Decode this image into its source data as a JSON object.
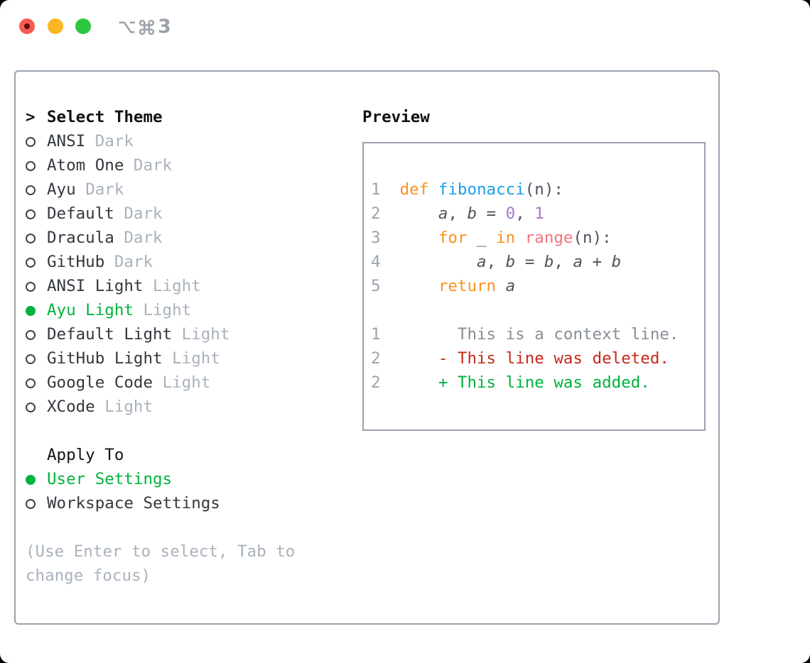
{
  "window": {
    "shortcut_symbols": "⌥⌘",
    "shortcut_key": "3",
    "buttons": [
      "close",
      "minimize",
      "zoom"
    ]
  },
  "sidebar": {
    "prompt": ">",
    "header": "Select Theme",
    "items": [
      {
        "label": "ANSI",
        "tag": "Dark",
        "selected": false
      },
      {
        "label": "Atom One",
        "tag": "Dark",
        "selected": false
      },
      {
        "label": "Ayu",
        "tag": "Dark",
        "selected": false
      },
      {
        "label": "Default",
        "tag": "Dark",
        "selected": false
      },
      {
        "label": "Dracula",
        "tag": "Dark",
        "selected": false
      },
      {
        "label": "GitHub",
        "tag": "Dark",
        "selected": false
      },
      {
        "label": "ANSI Light",
        "tag": "Light",
        "selected": false
      },
      {
        "label": "Ayu Light",
        "tag": "Light",
        "selected": true
      },
      {
        "label": "Default Light",
        "tag": "Light",
        "selected": false
      },
      {
        "label": "GitHub Light",
        "tag": "Light",
        "selected": false
      },
      {
        "label": "Google Code",
        "tag": "Light",
        "selected": false
      },
      {
        "label": "XCode",
        "tag": "Light",
        "selected": false
      }
    ],
    "apply_header": "Apply To",
    "apply_options": [
      {
        "label": "User Settings",
        "selected": true
      },
      {
        "label": "Workspace Settings",
        "selected": false
      }
    ],
    "hint_lines": [
      "(Use Enter to select, Tab to",
      "change focus)"
    ]
  },
  "preview": {
    "header": "Preview",
    "token_colors": {
      "ln": "#9AA4AE",
      "df": "#4E545C",
      "kw": "#F8931D",
      "fn": "#1C9FE8",
      "bi": "#F4737E",
      "num": "#A37ACC",
      "var": "#4E545C",
      "ctx": "#878E96",
      "del": "#C5291C",
      "add": "#00B23E"
    },
    "lines": [
      [
        [
          "ln",
          "1"
        ],
        [
          "df",
          "  "
        ],
        [
          "kw",
          "def"
        ],
        [
          "df",
          " "
        ],
        [
          "fn",
          "fibonacci"
        ],
        [
          "df",
          "(n):"
        ]
      ],
      [
        [
          "ln",
          "2"
        ],
        [
          "df",
          "      "
        ],
        [
          "var",
          "a"
        ],
        [
          "df",
          ", "
        ],
        [
          "var",
          "b"
        ],
        [
          "df",
          " = "
        ],
        [
          "num",
          "0"
        ],
        [
          "df",
          ", "
        ],
        [
          "num",
          "1"
        ]
      ],
      [
        [
          "ln",
          "3"
        ],
        [
          "df",
          "      "
        ],
        [
          "kw",
          "for"
        ],
        [
          "df",
          " _ "
        ],
        [
          "kw",
          "in"
        ],
        [
          "df",
          " "
        ],
        [
          "bi",
          "range"
        ],
        [
          "df",
          "(n):"
        ]
      ],
      [
        [
          "ln",
          "4"
        ],
        [
          "df",
          "          "
        ],
        [
          "var",
          "a"
        ],
        [
          "df",
          ", "
        ],
        [
          "var",
          "b"
        ],
        [
          "df",
          " = "
        ],
        [
          "var",
          "b"
        ],
        [
          "df",
          ", "
        ],
        [
          "var",
          "a"
        ],
        [
          "df",
          " + "
        ],
        [
          "var",
          "b"
        ]
      ],
      [
        [
          "ln",
          "5"
        ],
        [
          "df",
          "      "
        ],
        [
          "kw",
          "return"
        ],
        [
          "df",
          " "
        ],
        [
          "var",
          "a"
        ]
      ],
      [],
      [
        [
          "ln",
          "1"
        ],
        [
          "ctx",
          "        This is a context line."
        ]
      ],
      [
        [
          "ln",
          "2"
        ],
        [
          "df",
          "      "
        ],
        [
          "del",
          "- This line was deleted."
        ]
      ],
      [
        [
          "ln",
          "2"
        ],
        [
          "df",
          "      "
        ],
        [
          "add",
          "+ This line was added."
        ]
      ]
    ]
  },
  "colors": {
    "accent_green": "#00B23E",
    "panel_border": "#99A1AB",
    "text": "#33383E",
    "heading": "#101417",
    "muted": "#A9B2BC",
    "title_gray": "#9BA1A8",
    "traffic_red": "#F65B51",
    "traffic_yellow": "#FBB623",
    "traffic_green": "#2BC840"
  }
}
